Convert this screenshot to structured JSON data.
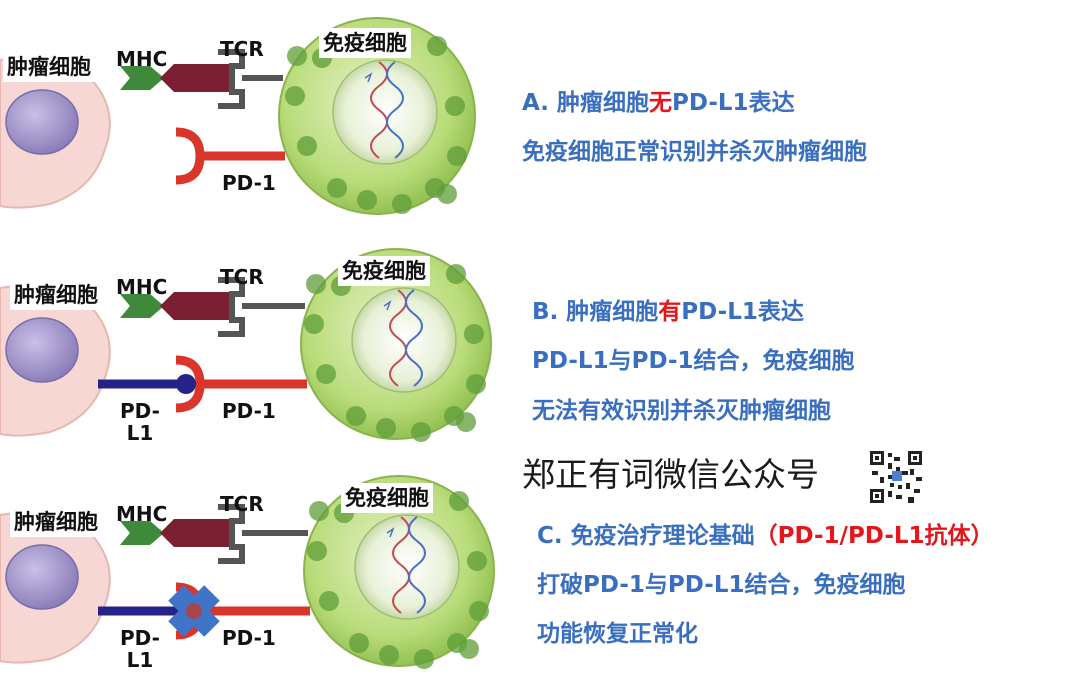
{
  "panels": [
    {
      "tumor_label": "肿瘤细胞",
      "immune_label": "免疫细胞",
      "mhc": "MHC",
      "tcr": "TCR",
      "pd1": "PD-1",
      "pdl1": "",
      "lines": [
        {
          "parts": [
            {
              "text": "A. 肿瘤细胞",
              "red": false
            },
            {
              "text": "无",
              "red": true
            },
            {
              "text": "PD-L1表达",
              "red": false
            }
          ]
        },
        {
          "parts": [
            {
              "text": "免疫细胞正常识别并杀灭肿瘤细胞",
              "red": false
            }
          ]
        }
      ]
    },
    {
      "tumor_label": "肿瘤细胞",
      "immune_label": "免疫细胞",
      "mhc": "MHC",
      "tcr": "TCR",
      "pd1": "PD-1",
      "pdl1": "PD-\nL1",
      "lines": [
        {
          "parts": [
            {
              "text": "B. 肿瘤细胞",
              "red": false
            },
            {
              "text": "有",
              "red": true
            },
            {
              "text": "PD-L1表达",
              "red": false
            }
          ]
        },
        {
          "parts": [
            {
              "text": "PD-L1与PD-1结合，免疫细胞",
              "red": false
            }
          ]
        },
        {
          "parts": [
            {
              "text": "无法有效识别并杀灭肿瘤细胞",
              "red": false
            }
          ]
        }
      ]
    },
    {
      "tumor_label": "肿瘤细胞",
      "immune_label": "免疫细胞",
      "mhc": "MHC",
      "tcr": "TCR",
      "pd1": "PD-1",
      "pdl1": "PD-\nL1",
      "lines": [
        {
          "parts": [
            {
              "text": "C. 免疫治疗理论基础",
              "red": false
            },
            {
              "text": "（PD-1/PD-L1抗体）",
              "red": true
            }
          ]
        },
        {
          "parts": [
            {
              "text": "打破PD-1与PD-L1结合，免疫细胞",
              "red": false
            }
          ]
        },
        {
          "parts": [
            {
              "text": "功能恢复正常化",
              "red": false
            }
          ]
        }
      ]
    }
  ],
  "watermark": "郑正有词微信公众号",
  "colors": {
    "text_blue": "#3a6fc0",
    "highlight_red": "#e3161c",
    "immune_cell": "#b9dc7a",
    "tumor_cell": "#f6d7d3",
    "nucleus_tumor": "#9a8fc2",
    "mhc_green": "#3f8a3a",
    "tcr_maroon": "#7b1f33",
    "pd1_red": "#d9352b",
    "pdl1_navy": "#23238a",
    "antibody_blue": "#3f74c9"
  },
  "icons": [
    "qr-code-icon",
    "x-block-icon"
  ]
}
